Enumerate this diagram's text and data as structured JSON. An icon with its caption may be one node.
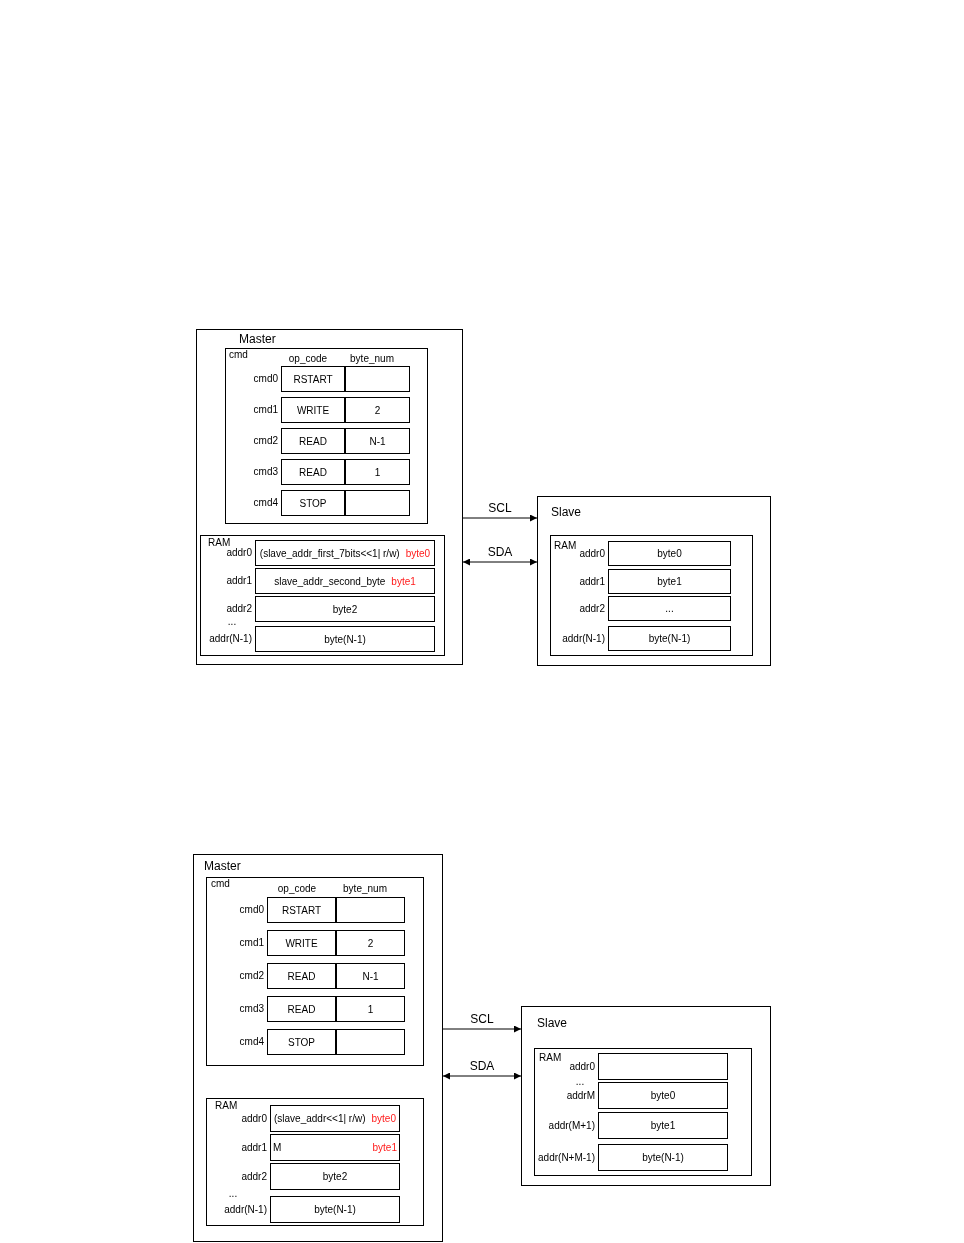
{
  "diagram": {
    "nodes": [
      {
        "text": [
          "Master"
        ]
      },
      {
        "text": [
          "cmd"
        ],
        "in": 0
      },
      {
        "text": [
          "RSTART"
        ],
        "in": 1,
        "beside": [
          "cmd0"
        ]
      },
      {
        "text": [],
        "shape": "box",
        "in": 1
      },
      {
        "text": [
          "WRITE"
        ],
        "in": 1,
        "beside": [
          "cmd1"
        ]
      },
      {
        "text": [
          "2"
        ],
        "in": 1
      },
      {
        "text": [
          "READ"
        ],
        "in": 1,
        "beside": [
          "cmd2"
        ]
      },
      {
        "text": [
          "N-1"
        ],
        "in": 1
      },
      {
        "text": [
          "READ"
        ],
        "in": 1,
        "beside": [
          "cmd3"
        ]
      },
      {
        "text": [
          "1"
        ],
        "in": 1
      },
      {
        "text": [
          "STOP"
        ],
        "in": 1,
        "beside": [
          "cmd4"
        ]
      },
      {
        "text": [],
        "shape": "box",
        "in": 1
      },
      {
        "text": [
          "RAM"
        ],
        "in": 0
      },
      {
        "text": [
          "(slave_addr_first_7bits<<1| r/w)",
          "byte0"
        ],
        "in": 12,
        "beside": [
          "addr0"
        ]
      },
      {
        "text": [
          "slave_addr_second_byte",
          "byte1"
        ],
        "in": 12,
        "beside": [
          "addr1"
        ]
      },
      {
        "text": [
          "byte2"
        ],
        "in": 12,
        "beside": [
          "addr2"
        ]
      },
      {
        "text": [
          "byte(N-1)"
        ],
        "in": 12,
        "beside": [
          "addr(N-1)"
        ]
      },
      {
        "text": [
          "Slave"
        ]
      },
      {
        "text": [
          "RAM"
        ],
        "in": 17
      },
      {
        "text": [
          "byte0"
        ],
        "in": 18,
        "beside": [
          "addr0"
        ]
      },
      {
        "text": [
          "byte1"
        ],
        "in": 18,
        "beside": [
          "addr1"
        ]
      },
      {
        "text": [
          "..."
        ],
        "in": 18,
        "beside": [
          "addr2"
        ]
      },
      {
        "text": [
          "byte(N-1)"
        ],
        "in": 18,
        "beside": [
          "addr(N-1)"
        ]
      },
      {
        "text": [
          "Master"
        ]
      },
      {
        "text": [
          "cmd"
        ],
        "in": 23
      },
      {
        "text": [
          "RSTART"
        ],
        "in": 24,
        "beside": [
          "cmd0"
        ]
      },
      {
        "text": [],
        "shape": "box",
        "in": 24
      },
      {
        "text": [
          "WRITE"
        ],
        "in": 24,
        "beside": [
          "cmd1"
        ]
      },
      {
        "text": [
          "2"
        ],
        "in": 24
      },
      {
        "text": [
          "READ"
        ],
        "in": 24,
        "beside": [
          "cmd2"
        ]
      },
      {
        "text": [
          "N-1"
        ],
        "in": 24
      },
      {
        "text": [
          "READ"
        ],
        "in": 24,
        "beside": [
          "cmd3"
        ]
      },
      {
        "text": [
          "1"
        ],
        "in": 24
      },
      {
        "text": [
          "STOP"
        ],
        "in": 24,
        "beside": [
          "cmd4"
        ]
      },
      {
        "text": [],
        "shape": "box",
        "in": 24
      },
      {
        "text": [
          "RAM"
        ],
        "in": 23
      },
      {
        "text": [
          "(slave_addr<<1| r/w)",
          "byte0"
        ],
        "in": 35,
        "beside": [
          "addr0"
        ]
      },
      {
        "text": [
          "M",
          "byte1"
        ],
        "in": 35,
        "beside": [
          "addr1"
        ]
      },
      {
        "text": [
          "byte2"
        ],
        "in": 35,
        "beside": [
          "addr2"
        ]
      },
      {
        "text": [
          "byte(N-1)"
        ],
        "in": 35,
        "beside": [
          "addr(N-1)"
        ]
      },
      {
        "text": [
          "Slave"
        ]
      },
      {
        "text": [
          "RAM"
        ],
        "in": 40
      },
      {
        "text": [],
        "shape": "box",
        "in": 41,
        "beside": [
          "addr0"
        ]
      },
      {
        "text": [
          "byte0"
        ],
        "in": 41,
        "beside": [
          "addrM"
        ]
      },
      {
        "text": [
          "byte1"
        ],
        "in": 41,
        "beside": [
          "addr(M+1)"
        ]
      },
      {
        "text": [
          "byte(N-1)"
        ],
        "in": 41,
        "beside": [
          "addr(N+M-1)"
        ]
      }
    ],
    "edges": [
      {
        "from": 0,
        "to": 17,
        "arrow": "to",
        "label": "SCL"
      },
      {
        "from": 0,
        "to": 17,
        "arrow": "both",
        "label": "SDA"
      },
      {
        "from": 23,
        "to": 40,
        "arrow": "to",
        "label": "SCL"
      },
      {
        "from": 23,
        "to": 40,
        "arrow": "both",
        "label": "SDA"
      }
    ],
    "labels": [
      "op_code",
      "byte_num",
      "...",
      "op_code",
      "byte_num",
      "...",
      "..."
    ]
  }
}
